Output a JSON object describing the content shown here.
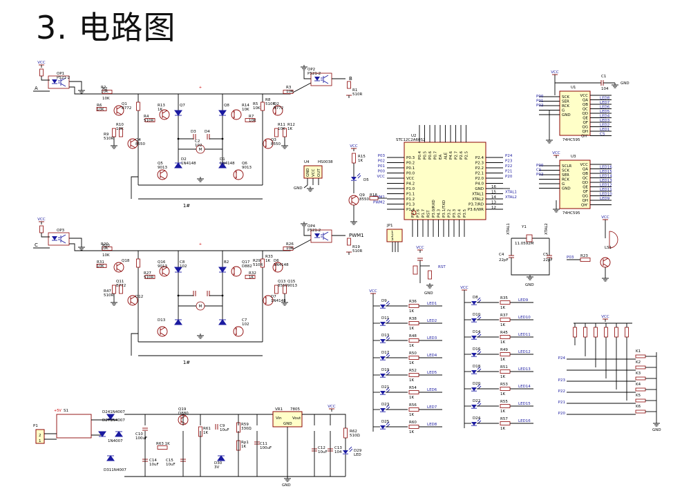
{
  "title": "3. 电路图",
  "driver1": {
    "inputs": [
      "A",
      "B"
    ],
    "vcc": "VCC",
    "refs": [
      {
        "ref": "OP1",
        "value": "P521-2"
      },
      {
        "ref": "OP2",
        "value": "P521-2"
      },
      {
        "ref": "R1",
        "value": "510R"
      },
      {
        "ref": "R2",
        "value": "10K"
      },
      {
        "ref": "R3",
        "value": "10K"
      },
      {
        "ref": "R4",
        "value": "510R"
      },
      {
        "ref": "R5",
        "value": "10K"
      },
      {
        "ref": "R6",
        "value": "10K"
      },
      {
        "ref": "R7",
        "value": "10K"
      },
      {
        "ref": "R8",
        "value": "510R"
      },
      {
        "ref": "R9",
        "value": "510R"
      },
      {
        "ref": "R10",
        "value": "10K"
      },
      {
        "ref": "R11",
        "value": "10K"
      },
      {
        "ref": "R12",
        "value": "1K"
      },
      {
        "ref": "R13",
        "value": "1K"
      },
      {
        "ref": "R14",
        "value": "10K"
      },
      {
        "ref": "Q1",
        "value": "B772"
      },
      {
        "ref": "Q2",
        "value": "B772"
      },
      {
        "ref": "Q3",
        "value": "8550"
      },
      {
        "ref": "Q4",
        "value": "8550"
      },
      {
        "ref": "Q5",
        "value": "9013"
      },
      {
        "ref": "Q6",
        "value": "9013"
      },
      {
        "ref": "Q7",
        "value": ""
      },
      {
        "ref": "Q8",
        "value": ""
      },
      {
        "ref": "D1",
        "value": "1N4148"
      },
      {
        "ref": "D2",
        "value": "1N4148"
      },
      {
        "ref": "D3",
        "value": ""
      },
      {
        "ref": "D4",
        "value": ""
      },
      {
        "ref": "C2",
        "value": "102"
      },
      {
        "ref": "C3",
        "value": "102"
      },
      {
        "ref": "B1",
        "value": ""
      }
    ],
    "label": "1#"
  },
  "driver2": {
    "inputs": [
      "C",
      "PWM1"
    ],
    "vcc": "VCC",
    "refs": [
      {
        "ref": "OP3",
        "value": ""
      },
      {
        "ref": "OP4",
        "value": "P521-2"
      },
      {
        "ref": "R19",
        "value": "510R"
      },
      {
        "ref": "R20",
        "value": "10K"
      },
      {
        "ref": "R26",
        "value": "10K"
      },
      {
        "ref": "R27",
        "value": "510R"
      },
      {
        "ref": "R29",
        "value": "510R"
      },
      {
        "ref": "R31",
        "value": "10K"
      },
      {
        "ref": "R32",
        "value": "1K"
      },
      {
        "ref": "R33",
        "value": "1K"
      },
      {
        "ref": "R47",
        "value": "510R"
      },
      {
        "ref": "Q11",
        "value": "B772"
      },
      {
        "ref": "Q13",
        "value": "8550"
      },
      {
        "ref": "Q15",
        "value": "9013"
      },
      {
        "ref": "Q16",
        "value": "9013"
      },
      {
        "ref": "Q17",
        "value": "D882"
      },
      {
        "ref": "Q18",
        "value": ""
      },
      {
        "ref": "D6",
        "value": "1N4148"
      },
      {
        "ref": "D7",
        "value": "1N4148"
      },
      {
        "ref": "D12",
        "value": ""
      },
      {
        "ref": "D13",
        "value": ""
      },
      {
        "ref": "C7",
        "value": "102"
      },
      {
        "ref": "C8",
        "value": "102"
      },
      {
        "ref": "B2",
        "value": ""
      }
    ],
    "label": "1#"
  },
  "mcu": {
    "ref": "U2",
    "part": "STC12C2A60S2",
    "left_pins": [
      {
        "num": "",
        "name": "P0.3",
        "net": "P03"
      },
      {
        "num": "",
        "name": "P0.2",
        "net": "P02"
      },
      {
        "num": "",
        "name": "P0.1",
        "net": "P01"
      },
      {
        "num": "",
        "name": "P0.0",
        "net": "P00"
      },
      {
        "num": "",
        "name": "VCC",
        "net": "VCC"
      },
      {
        "num": "",
        "name": "P4.2",
        "net": ""
      },
      {
        "num": "",
        "name": "P1.0",
        "net": ""
      },
      {
        "num": "",
        "name": "P1.1",
        "net": ""
      },
      {
        "num": "",
        "name": "P1.2",
        "net": "PWM1"
      },
      {
        "num": "",
        "name": "P1.3",
        "net": "PWM2"
      },
      {
        "num": "",
        "name": "P1.4",
        "net": ""
      }
    ],
    "right_pins": [
      {
        "num": "",
        "name": "P2.4",
        "net": "P24"
      },
      {
        "num": "",
        "name": "P2.3",
        "net": "P23"
      },
      {
        "num": "",
        "name": "P2.2",
        "net": "P22"
      },
      {
        "num": "",
        "name": "P2.1",
        "net": "P21"
      },
      {
        "num": "",
        "name": "P2.0",
        "net": "P20"
      },
      {
        "num": "",
        "name": "P4.0",
        "net": ""
      },
      {
        "num": "16",
        "name": "GND",
        "net": ""
      },
      {
        "num": "15",
        "name": "XTAL1",
        "net": "XTAL1"
      },
      {
        "num": "14",
        "name": "XTAL2",
        "net": "XTAL2"
      },
      {
        "num": "13",
        "name": "P3.7/RD",
        "net": ""
      },
      {
        "num": "12",
        "name": "P3.6/WR",
        "net": ""
      }
    ],
    "top_pins": [
      "P0.4",
      "P0.5",
      "P0.6",
      "P0.7",
      "EA",
      "ALE",
      "P4.6",
      "P2.7",
      "P2.6",
      "P2.5"
    ],
    "bottom_pins": [
      "P1.5",
      "P1.6",
      "P1.7",
      "RST",
      "P3.0/RXD",
      "P4.3",
      "P3.1/TXD",
      "P3.2",
      "P3.3",
      "P3.4",
      "P3.5"
    ]
  },
  "u4": {
    "ref": "U4",
    "part": "HS0038",
    "pins": [
      "GND",
      "VCC",
      "OUT"
    ],
    "net_gnd": "GND"
  },
  "d5": {
    "q9": "Q9",
    "q9_value": "8550",
    "r15": "R15",
    "r15_value": "1K",
    "d5": "D5",
    "r18": "R18",
    "vcc": "VCC"
  },
  "jp1": {
    "ref": "JP1",
    "pins": [
      "1",
      "2",
      "3"
    ]
  },
  "rst": {
    "label": "RST",
    "vcc": "VCC",
    "gnd": "GND"
  },
  "crystal": {
    "y1": "Y1",
    "value": "11.0592M",
    "c4": "C4",
    "c4v": "22pF",
    "c5": "C5",
    "c5v": "22pF",
    "xt1": "XTAL1",
    "xt2": "XTAL2",
    "gnd": "GND"
  },
  "buzzer": {
    "ls": "LS1",
    "r23": "R23",
    "p03": "P03",
    "vcc": "VCC"
  },
  "shift1": {
    "ref": "U1",
    "part": "74HC595",
    "vcc": "VCC",
    "gnd": "GND",
    "c1": "C1",
    "c1v": "104",
    "left_nets": [
      "P00",
      "P01",
      "P02"
    ],
    "left_pins": [
      "SCK",
      "SER",
      "RCK",
      "G",
      "GND"
    ],
    "right_pins": [
      "VCC",
      "QA",
      "QB",
      "QC",
      "QD",
      "QE",
      "QF",
      "QG",
      "QH",
      "QH'"
    ],
    "right_nets": [
      "",
      "LED8",
      "LED7",
      "LED6",
      "LED5",
      "LED4",
      "LED3",
      "LED2",
      "LED1",
      "CS"
    ]
  },
  "shift2": {
    "ref": "U3",
    "part": "74HC595",
    "vcc": "VCC",
    "left_nets": [
      "P00",
      "CS",
      "P02"
    ],
    "left_pins": [
      "SCLR",
      "SCK",
      "SER",
      "RCK",
      "G",
      "GND"
    ],
    "right_pins": [
      "VCC",
      "QA",
      "QB",
      "QC",
      "QD",
      "QE",
      "QF",
      "QG",
      "QH",
      "QH'"
    ],
    "right_nets": [
      "",
      "LED16",
      "LED15",
      "LED14",
      "LED13",
      "LED12",
      "LED11",
      "LED10",
      "LED9",
      ""
    ]
  },
  "leds_left": {
    "vcc": "VCC",
    "rows": [
      {
        "d": "D9",
        "r": "R36",
        "rv": "1K",
        "net": "LED1"
      },
      {
        "d": "D11",
        "r": "R38",
        "rv": "1K",
        "net": "LED2"
      },
      {
        "d": "D13",
        "r": "R48",
        "rv": "1K",
        "net": "LED3"
      },
      {
        "d": "D17",
        "r": "R50",
        "rv": "1K",
        "net": "LED4"
      },
      {
        "d": "D19",
        "r": "R52",
        "rv": "1K",
        "net": "LED5"
      },
      {
        "d": "D21",
        "r": "R54",
        "rv": "1K",
        "net": "LED6"
      },
      {
        "d": "D23",
        "r": "R56",
        "rv": "1K",
        "net": "LED7"
      },
      {
        "d": "D25",
        "r": "R60",
        "rv": "1K",
        "net": "LED8"
      }
    ]
  },
  "leds_right": {
    "vcc": "VCC",
    "rows": [
      {
        "d": "D8",
        "r": "R35",
        "rv": "1K",
        "net": "LED9"
      },
      {
        "d": "D10",
        "r": "R37",
        "rv": "1K",
        "net": "LED10"
      },
      {
        "d": "D14",
        "r": "R45",
        "rv": "1K",
        "net": "LED11"
      },
      {
        "d": "D16",
        "r": "R49",
        "rv": "1K",
        "net": "LED12"
      },
      {
        "d": "D18",
        "r": "R51",
        "rv": "1K",
        "net": "LED13"
      },
      {
        "d": "D20",
        "r": "R53",
        "rv": "1K",
        "net": "LED14"
      },
      {
        "d": "D22",
        "r": "R55",
        "rv": "1K",
        "net": "LED15"
      },
      {
        "d": "D24",
        "r": "R57",
        "rv": "1K",
        "net": "LED16"
      }
    ]
  },
  "keys": {
    "vcc": "VCC",
    "gnd": "GND",
    "rows": [
      {
        "k": "K1",
        "net": "P24"
      },
      {
        "k": "K2",
        "net": ""
      },
      {
        "k": "K3",
        "net": "P23"
      },
      {
        "k": "K4",
        "net": "P22"
      },
      {
        "k": "K5",
        "net": "P21"
      },
      {
        "k": "K6",
        "net": "P20"
      }
    ]
  },
  "power": {
    "p1": "P1",
    "p1_pins": [
      "2",
      "1"
    ],
    "s1": "S1",
    "v": "+5V",
    "d24": "D24",
    "d24v": "1N4007",
    "d27": "D27",
    "d27v": "1N4007",
    "d28": "1N4007",
    "d31": "D31",
    "d31v": "1N4007",
    "c10": "C10",
    "c10v": "100uF",
    "c14": "C14",
    "c14v": "10uF",
    "c15": "C15",
    "c15v": "10uF",
    "r63": "R63",
    "r63v": "1K",
    "q19": "Q19",
    "q19v": "D880",
    "r61": "R61",
    "r61v": "1K",
    "c9": "C9",
    "c9v": "10uF",
    "d30": "D30",
    "d30v": "3V",
    "r59": "R59",
    "r59v": "330Ω",
    "rp1": "Rp1",
    "rp1v": "1K",
    "c11": "C11",
    "c11v": "100uF",
    "vr1": "VR1",
    "vr1v": "7805",
    "vin": "Vin",
    "vout": "Vout",
    "gnd": "GND",
    "c12": "C12",
    "c12v": "10uF",
    "c13": "C13",
    "c13v": "104",
    "r62": "R62",
    "r62v": "510Ω",
    "d29": "D29",
    "d29v": "LED",
    "vcc": "VCC"
  }
}
